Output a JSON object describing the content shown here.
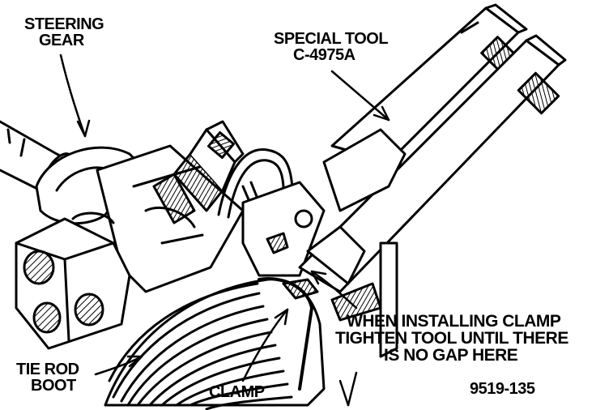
{
  "labels": {
    "steering_gear": [
      "STEERING",
      "GEAR"
    ],
    "special_tool": [
      "SPECIAL TOOL",
      "C-4975A"
    ],
    "note": [
      "WHEN INSTALLING CLAMP",
      "TIGHTEN TOOL UNTIL THERE",
      "IS NO GAP HERE"
    ],
    "tie_rod_boot": [
      "TIE ROD",
      "BOOT"
    ],
    "clamp": "CLAMP",
    "figure_id": "9519-135"
  },
  "colors": {
    "ink": "#000000",
    "paper": "#ffffff"
  }
}
